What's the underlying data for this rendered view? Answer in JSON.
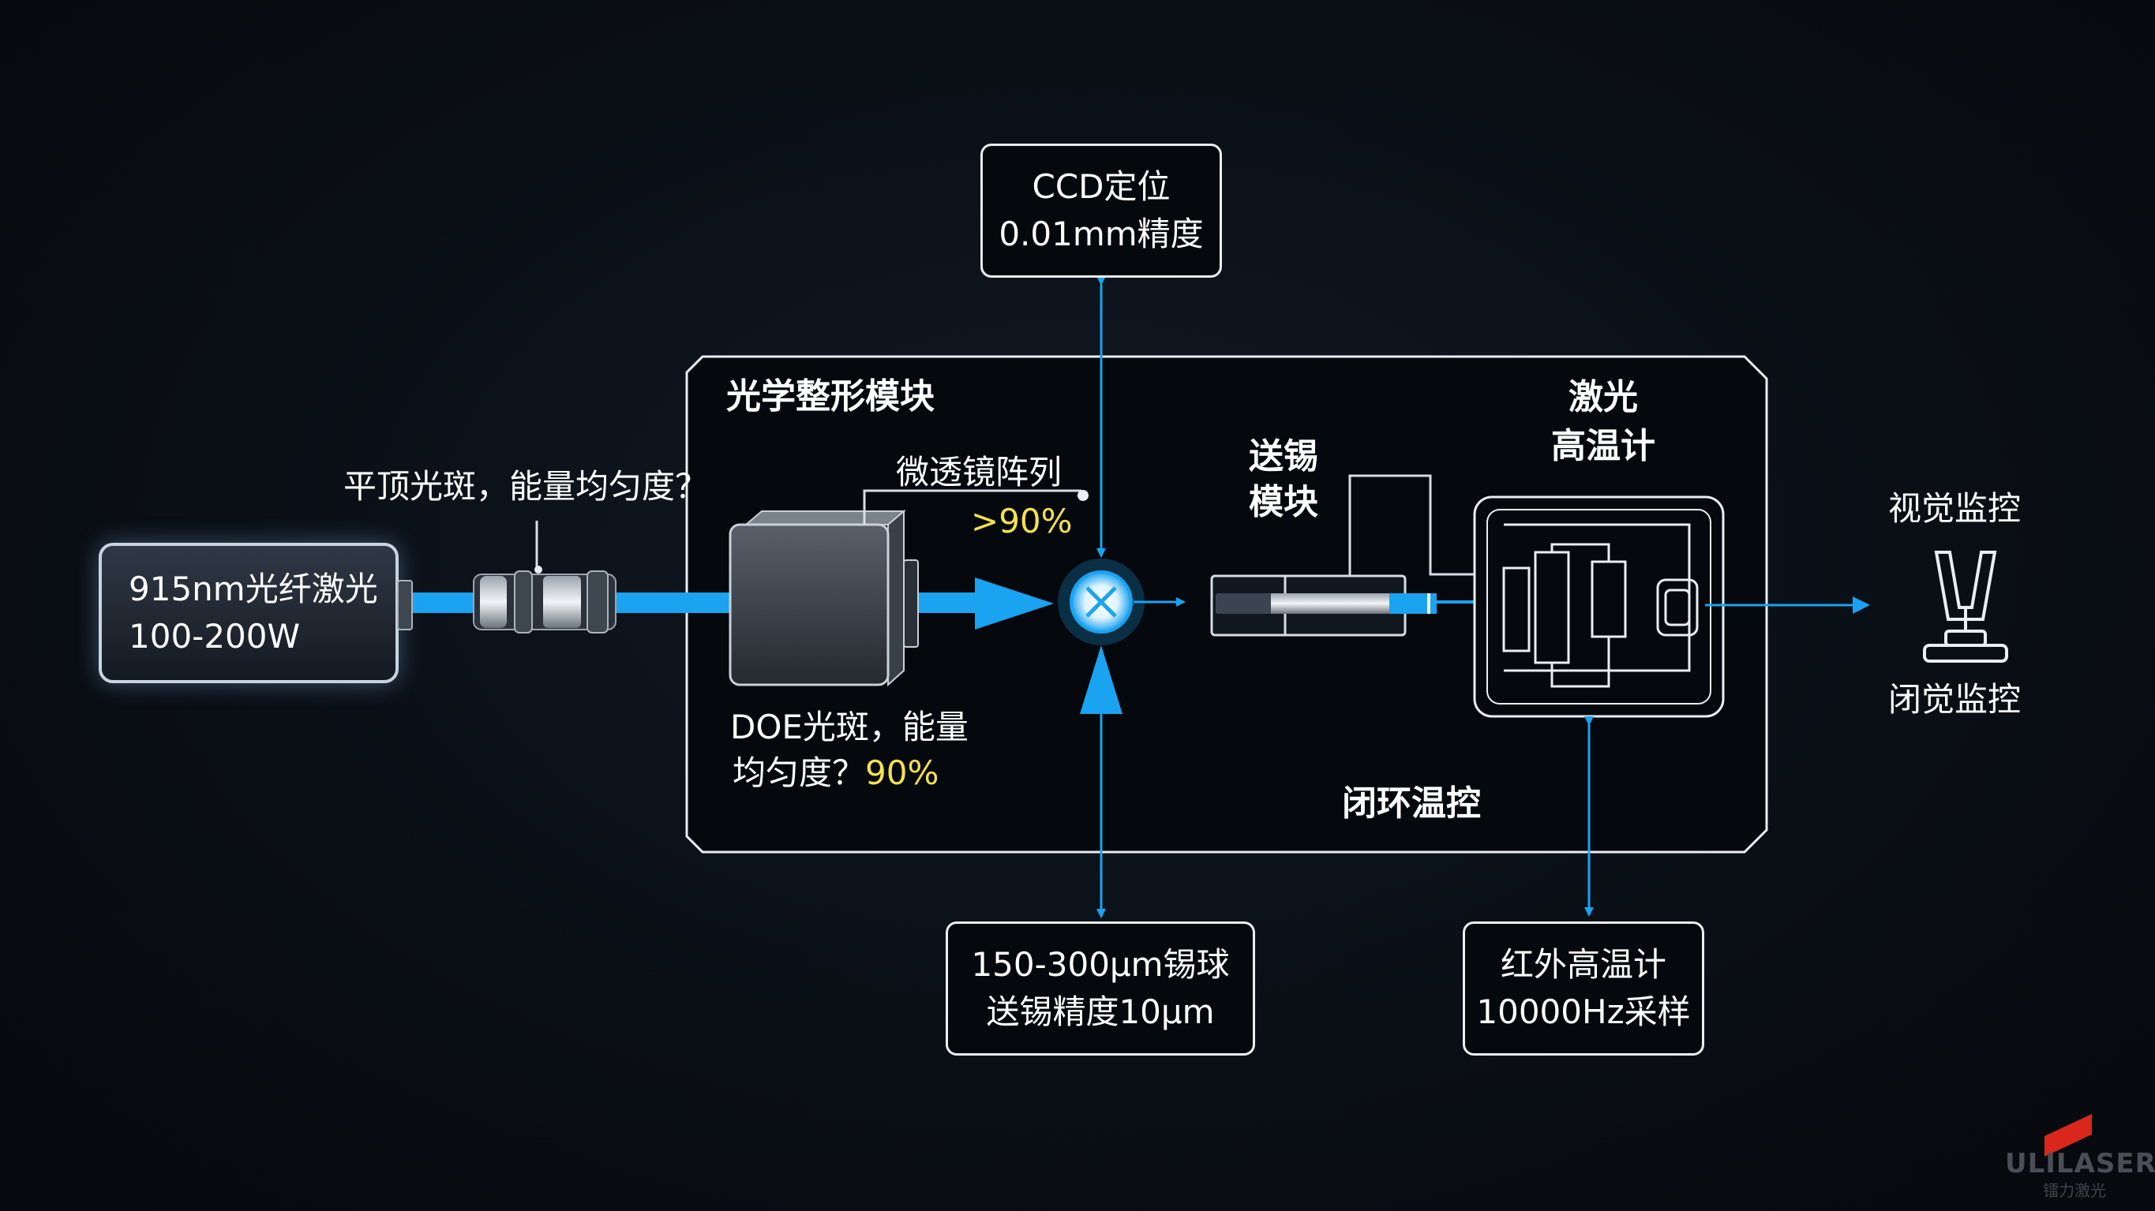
{
  "laser_source": {
    "line1": "915nm光纤激光",
    "line2": "100-200W"
  },
  "flat_top_label": "平顶光斑，能量均匀度？",
  "optics_module": {
    "title": "光学整形模块"
  },
  "microlens": {
    "label": "微透镜阵列",
    "value": ">90%"
  },
  "doe": {
    "line1": "DOE光斑，能量",
    "line2_prefix": "均匀度？",
    "line2_value": "90%"
  },
  "ccd_box": {
    "line1": "CCD定位",
    "line2": "0.01mm精度"
  },
  "solder_feed": {
    "line1": "送锡",
    "line2": "模块"
  },
  "laser_pyrometer": {
    "line1": "激光",
    "line2": "高温计"
  },
  "closed_loop": "闭环温控",
  "solder_ball_box": {
    "line1": "150-300μm锡球",
    "line2": "送锡精度10μm"
  },
  "ir_box": {
    "line1": "红外高温计",
    "line2": "10000Hz采样"
  },
  "vision": {
    "top": "视觉监控",
    "bottom": "闭觉监控"
  },
  "logo": {
    "name": "ULILASER",
    "sub": "镭力激光"
  },
  "colors": {
    "background": "#0a0f16",
    "beam": "#1aa3f0",
    "accent_yellow": "#f4e24c",
    "box_border": "#e9eef5"
  }
}
